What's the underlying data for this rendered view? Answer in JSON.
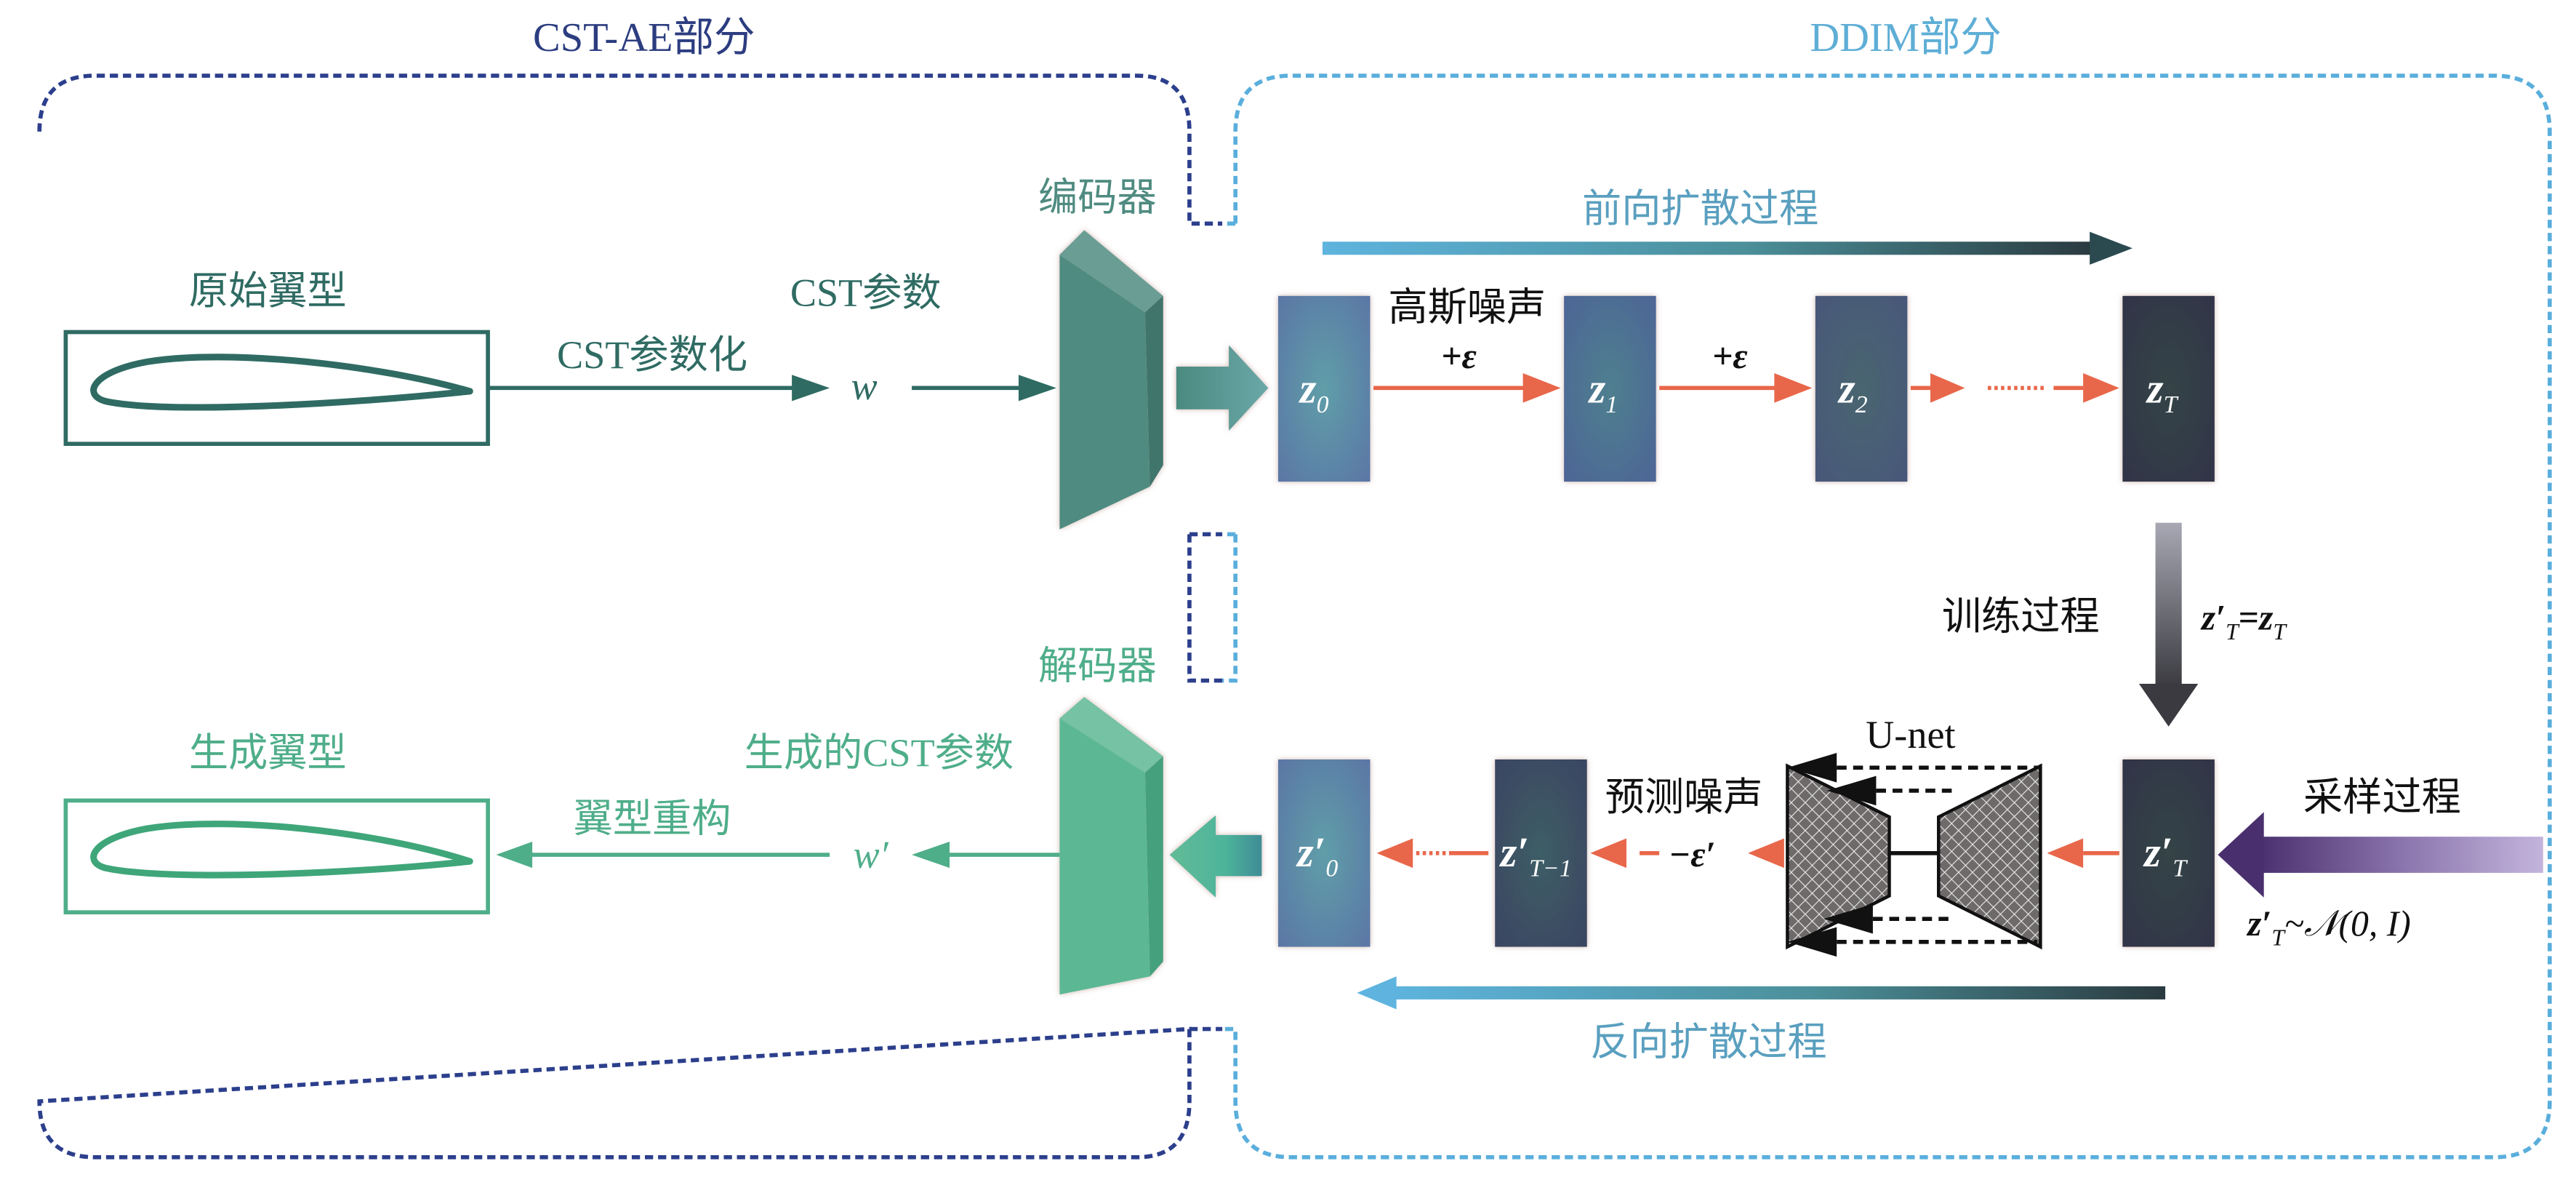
{
  "sections": {
    "cst_ae": {
      "title": "CST-AE部分",
      "color": "#2c3d80"
    },
    "ddim": {
      "title": "DDIM部分",
      "color": "#5eaed6"
    }
  },
  "encoder": {
    "label": "编码器",
    "color": "#4f8b80"
  },
  "decoder": {
    "label": "解码器",
    "color": "#5cb894"
  },
  "top_path": {
    "airfoil_label": "原始翼型",
    "param_step_label": "CST参数化",
    "param_label": "CST参数",
    "param_symbol": "w"
  },
  "bottom_path": {
    "airfoil_label": "生成翼型",
    "reconstruct_label": "翼型重构",
    "param_label": "生成的CST参数",
    "param_symbol": "w′"
  },
  "forward": {
    "label": "前向扩散过程",
    "noise_label": "高斯噪声",
    "noise_add": [
      "+ε",
      "+ε"
    ],
    "ellipsis": "......",
    "blocks": [
      {
        "main": "z",
        "sub": "0",
        "color": "#5a83a8"
      },
      {
        "main": "z",
        "sub": "1",
        "color": "#4f6f94"
      },
      {
        "main": "z",
        "sub": "2",
        "color": "#46576f"
      },
      {
        "main": "z",
        "sub": "T",
        "color": "#33393f"
      }
    ]
  },
  "training": {
    "label": "训练过程",
    "equation": "z′T=zT",
    "equation_parts": {
      "lhs": "z′",
      "lhs_sub": "T",
      "eq": "=",
      "rhs": "z",
      "rhs_sub": "T"
    }
  },
  "reverse": {
    "label": "反向扩散过程",
    "predict_label": "预测噪声",
    "predict_symbol": "−ε′",
    "unet_label": "U-net",
    "sampling_label": "采样过程",
    "sampling_equation": {
      "lhs": "z′",
      "lhs_sub": "T",
      "rest": "~𝒩(0, I)"
    },
    "blocks": [
      {
        "main": "z′",
        "sub": "0",
        "color": "#5b84a8"
      },
      {
        "main": "z′",
        "sub": "T−1",
        "color": "#3a4c5c"
      },
      {
        "main": "z′",
        "sub": "T",
        "color": "#33393f"
      }
    ]
  },
  "colors": {
    "noise_arrow": "#e8674a",
    "dark_teal": "#2f6b63",
    "light_green": "#4fae8a",
    "forward_start": "#5eb4de",
    "forward_end": "#2a3a3f",
    "sampling_start": "#4a2f6e",
    "sampling_end": "#c3b4dc"
  }
}
